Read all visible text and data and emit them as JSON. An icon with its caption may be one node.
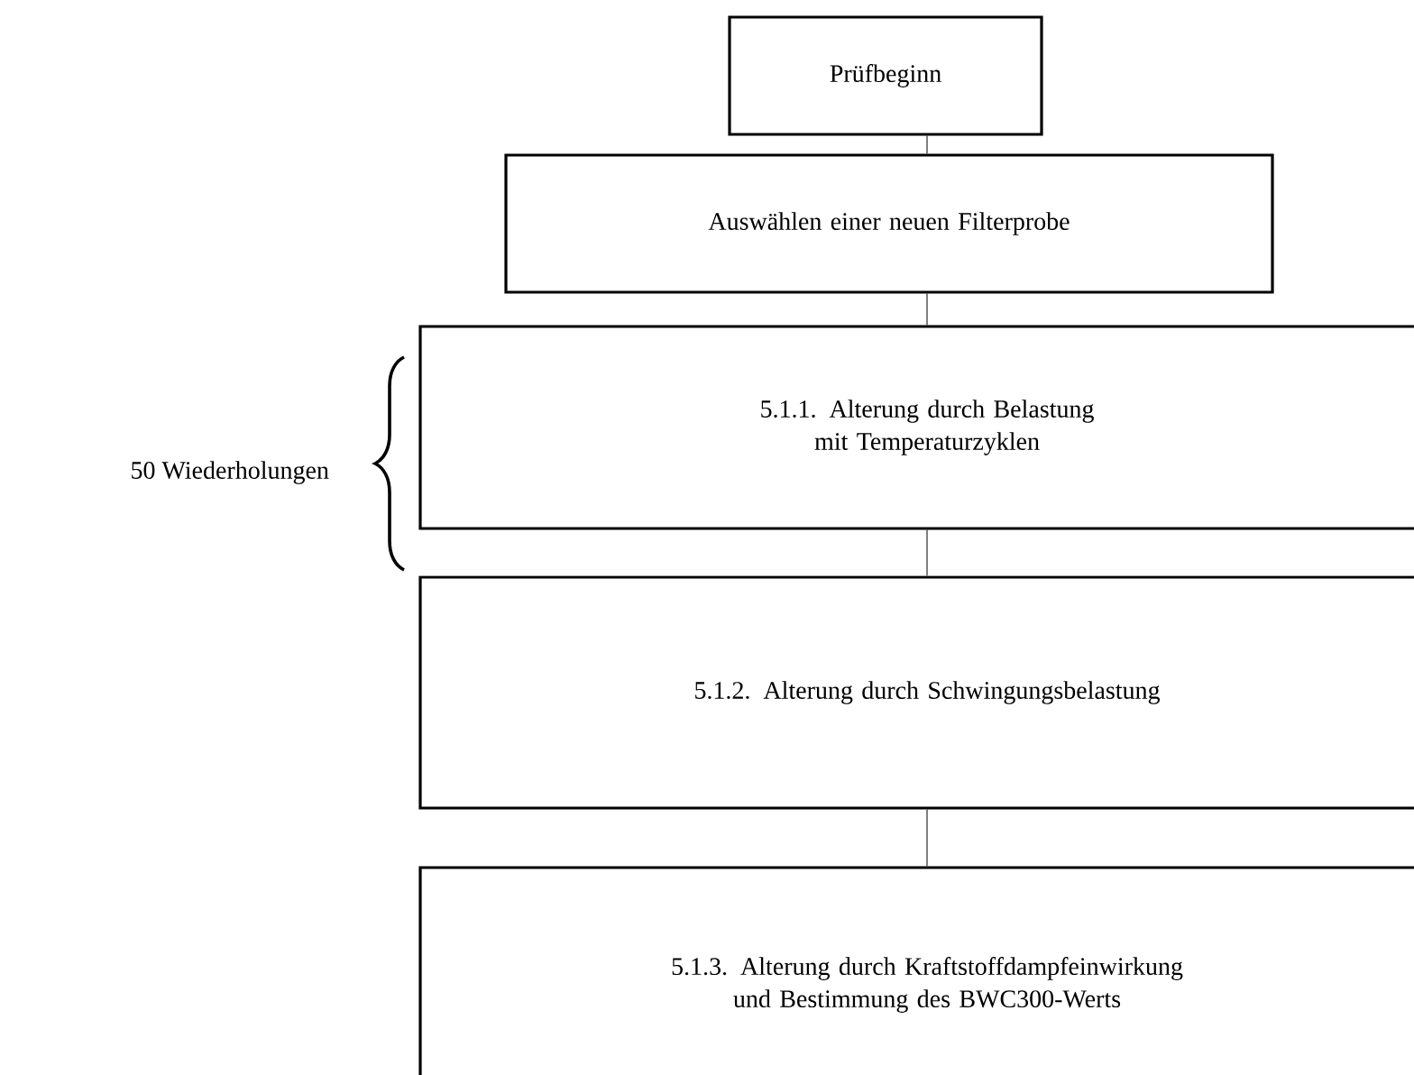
{
  "diagram": {
    "nodes": [
      {
        "text": [
          "Prüfbeginn"
        ]
      },
      {
        "text": [
          "Auswählen einer neuen Filterprobe"
        ]
      },
      {
        "text": [
          "5.1.1. Alterung durch Belastung mit Temperaturzyklen"
        ]
      },
      {
        "text": [
          "5.1.2. Alterung durch Schwingungsbelastung"
        ]
      },
      {
        "text": [
          "5.1.3. Alterung durch Kraftstoffdampfeinwirkung und Bestimmung des BWC300-Werts"
        ]
      }
    ],
    "edges": [
      {
        "from": 0,
        "to": 1,
        "arrow": "none"
      },
      {
        "from": 1,
        "to": 2,
        "arrow": "none"
      },
      {
        "from": 2,
        "to": 3,
        "arrow": "none"
      },
      {
        "from": 3,
        "to": 4,
        "arrow": "none"
      }
    ],
    "labels": [
      "50 Wiederholungen"
    ]
  }
}
